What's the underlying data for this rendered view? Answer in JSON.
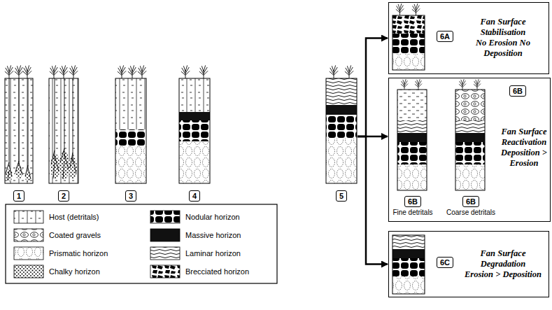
{
  "diagram": {
    "nodes": [
      {
        "text": [
          "1"
        ]
      },
      {
        "text": [
          "2"
        ]
      },
      {
        "text": [
          "3"
        ]
      },
      {
        "text": [
          "4"
        ]
      },
      {
        "text": [
          "5"
        ]
      },
      {
        "text": [
          "Fan Surface Stabilisation",
          "No Erosion No Deposition"
        ]
      },
      {
        "text": [
          "6A"
        ],
        "in": 5
      },
      {
        "text": [
          "Fan Surface Reactivation",
          "Deposition > Erosion"
        ]
      },
      {
        "text": [
          "6B"
        ],
        "in": 7
      },
      {
        "text": [
          "6B",
          "Fine detritals"
        ],
        "in": 7
      },
      {
        "text": [
          "6B",
          "Coarse detritals"
        ],
        "in": 7
      },
      {
        "text": [
          "Fan Surface Degradation",
          "Erosion > Deposition"
        ]
      },
      {
        "text": [
          "6C"
        ],
        "in": 11
      }
    ],
    "edges": [
      {
        "from": 4,
        "to": 5,
        "arrow": "to"
      },
      {
        "from": 4,
        "to": 7,
        "arrow": "to"
      },
      {
        "from": 4,
        "to": 11,
        "arrow": "to"
      }
    ],
    "legend": [
      {
        "text": "Host (detritals)"
      },
      {
        "text": "Coated gravels"
      },
      {
        "text": "Prismatic horizon"
      },
      {
        "text": "Chalky horizon"
      },
      {
        "text": "Nodular horizon"
      },
      {
        "text": "Massive horizon"
      },
      {
        "text": "Laminar horizon"
      },
      {
        "text": "Brecciated horizon"
      }
    ]
  }
}
